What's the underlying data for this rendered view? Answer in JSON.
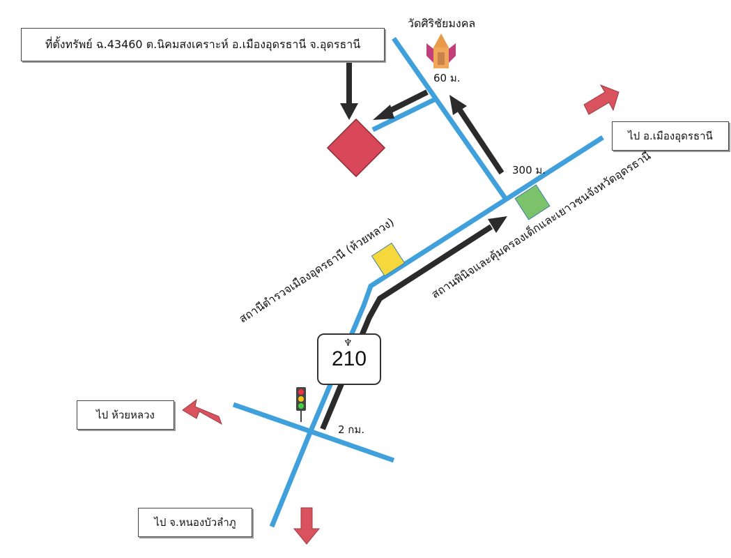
{
  "title_box": "ที่ตั้งทรัพย์ ฉ.43460 ต.นิคมสงเคราะห์ อ.เมืองอุดรธานี จ.อุดรธานี",
  "temple_label": "วัดศิริชัยมงคล",
  "distances": {
    "d60": "60 ม.",
    "d300": "300 ม.",
    "d2km": "2 กม."
  },
  "directions": {
    "to_mueang": "ไป อ.เมืองอุดรธานี",
    "to_huai_luang": "ไป ห้วยหลวง",
    "to_nongbua": "ไป จ.หนองบัวลำภู"
  },
  "landmarks": {
    "police": "สถานีตำรวจเมืองอุดรธานี (ห้วยหลวง)",
    "juvenile": "สถานพินิจและคุ้มครองเด็กและเยาวชนจังหวัดอุดรธานี"
  },
  "route_number": "210",
  "colors": {
    "road": "#3fa0dc",
    "route": "#2b2b2b",
    "property": "#d9485a",
    "arrow_red": "#d9535f",
    "police": "#f7d83c",
    "juvenile": "#7cc26a"
  }
}
